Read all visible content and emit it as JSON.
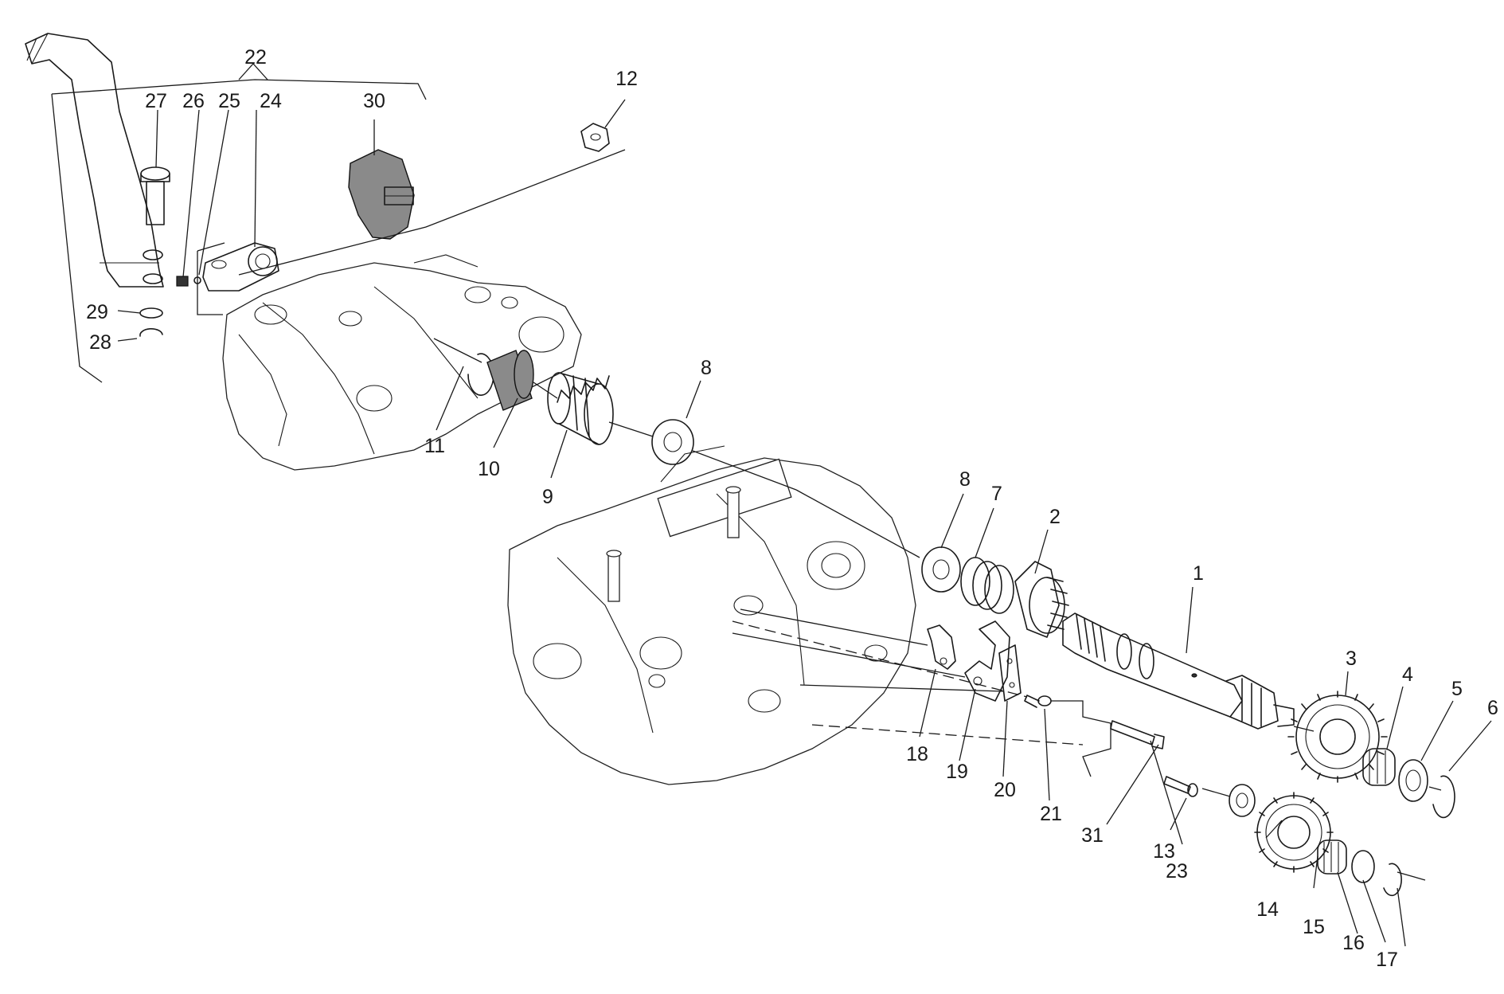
{
  "labels": {
    "l1": "1",
    "l2": "2",
    "l3": "3",
    "l4": "4",
    "l5": "5",
    "l6": "6",
    "l7": "7",
    "l8a": "8",
    "l8b": "8",
    "l9": "9",
    "l10": "10",
    "l11": "11",
    "l12": "12",
    "l13": "13",
    "l14": "14",
    "l15": "15",
    "l16": "16",
    "l17": "17",
    "l18": "18",
    "l19": "19",
    "l20": "20",
    "l21": "21",
    "l22": "22",
    "l23": "23",
    "l24": "24",
    "l25": "25",
    "l26": "26",
    "l27": "27",
    "l28": "28",
    "l29": "29",
    "l30": "30",
    "l31": "31"
  }
}
